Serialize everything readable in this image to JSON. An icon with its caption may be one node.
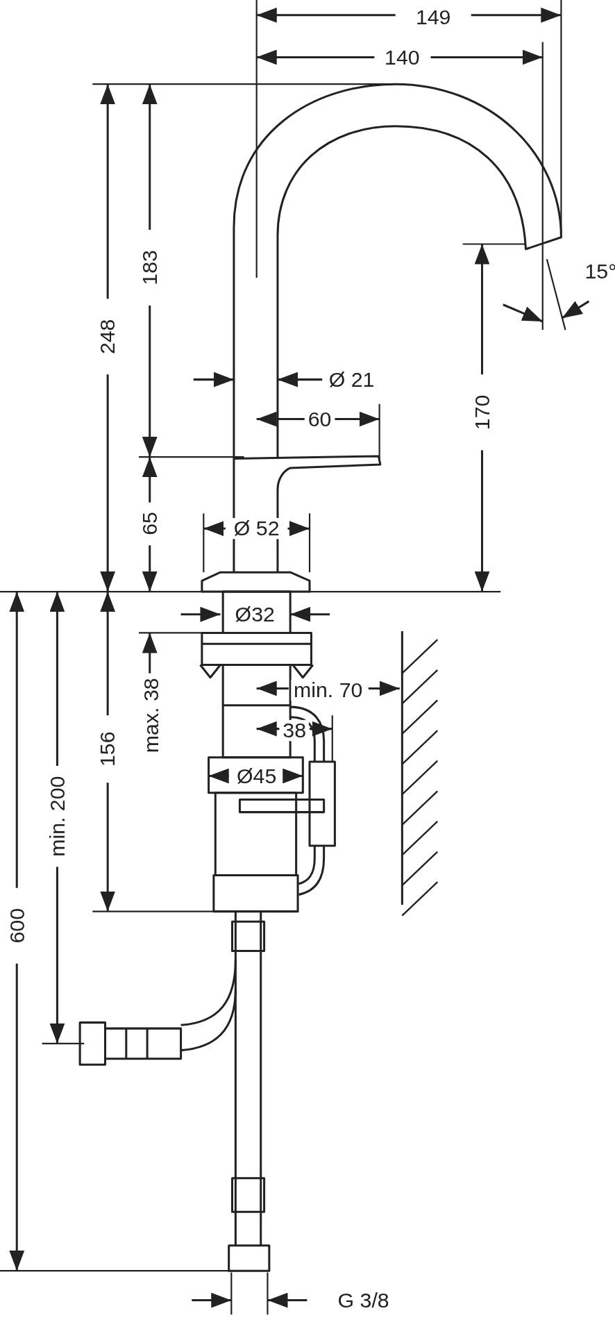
{
  "diagram": {
    "labels": [
      "149",
      "140",
      "248",
      "183",
      "15°",
      "Ø 21",
      "60",
      "170",
      "65",
      "Ø 52",
      "Ø32",
      "600",
      "min. 200",
      "156",
      "max. 38",
      "min. 70",
      "38",
      "Ø45",
      "G 3/8"
    ]
  }
}
